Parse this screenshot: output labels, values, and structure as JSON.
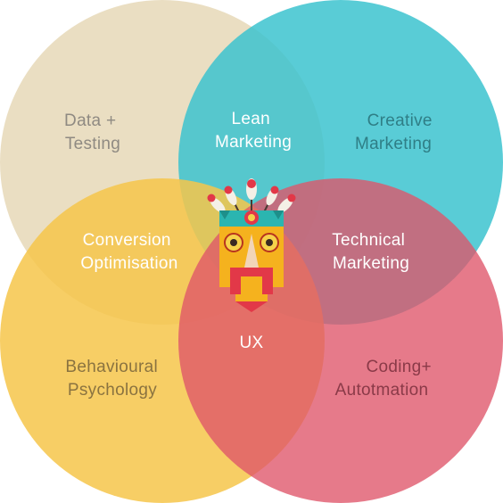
{
  "circles": {
    "data_testing": {
      "color": "#E7D9B9"
    },
    "creative": {
      "color": "#3CC3CF"
    },
    "behavioural": {
      "color": "#F6C64A"
    },
    "coding": {
      "color": "#DF5469"
    }
  },
  "labels": {
    "data_testing": [
      "Data +",
      "Testing"
    ],
    "lean": [
      "Lean",
      "Marketing"
    ],
    "creative": [
      "Creative",
      "Marketing"
    ],
    "conversion": [
      "Conversion",
      "Optimisation"
    ],
    "technical": [
      "Technical",
      "Marketing"
    ],
    "ux": [
      "UX"
    ],
    "behavioural": [
      "Behavioural",
      "Psychology"
    ],
    "coding": [
      "Coding+",
      "Autotmation"
    ]
  },
  "label_colors": {
    "muted": "#8F8A82",
    "white": "#FFFFFF",
    "dark": "#5A5650"
  },
  "mascot": {
    "icon": "tribal-mask-icon"
  }
}
